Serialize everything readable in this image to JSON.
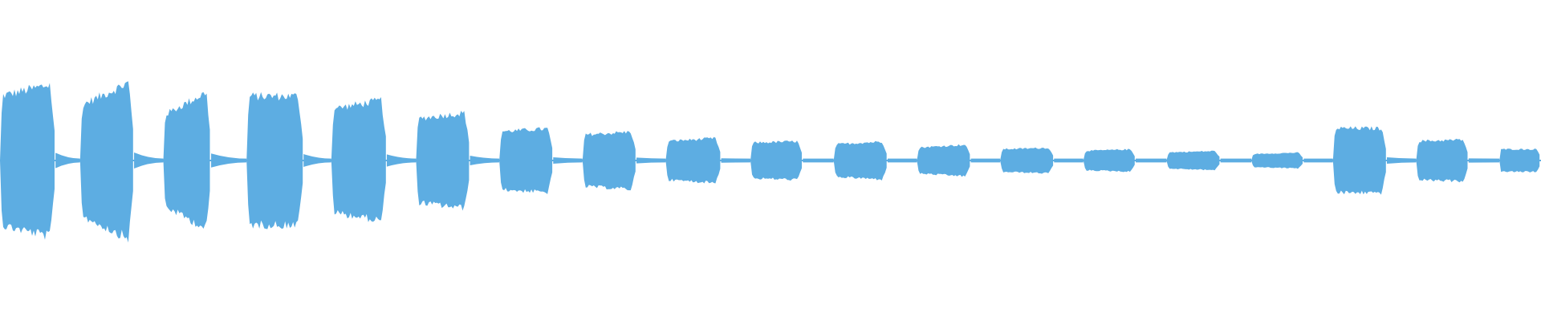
{
  "waveform": {
    "color": "#5dade2",
    "background": "#ffffff",
    "segments": [
      {
        "start": 0.0,
        "end": 0.036,
        "amp_start": 0.2,
        "amp_end": 0.24
      },
      {
        "start": 0.052,
        "end": 0.087,
        "amp_start": 0.17,
        "amp_end": 0.25
      },
      {
        "start": 0.106,
        "end": 0.137,
        "amp_start": 0.14,
        "amp_end": 0.22
      },
      {
        "start": 0.16,
        "end": 0.197,
        "amp_start": 0.2,
        "amp_end": 0.2
      },
      {
        "start": 0.215,
        "end": 0.251,
        "amp_start": 0.16,
        "amp_end": 0.19
      },
      {
        "start": 0.27,
        "end": 0.305,
        "amp_start": 0.13,
        "amp_end": 0.15
      },
      {
        "start": 0.324,
        "end": 0.359,
        "amp_start": 0.09,
        "amp_end": 0.1
      },
      {
        "start": 0.378,
        "end": 0.413,
        "amp_start": 0.08,
        "amp_end": 0.09
      },
      {
        "start": 0.432,
        "end": 0.468,
        "amp_start": 0.06,
        "amp_end": 0.07
      },
      {
        "start": 0.487,
        "end": 0.521,
        "amp_start": 0.055,
        "amp_end": 0.06
      },
      {
        "start": 0.541,
        "end": 0.576,
        "amp_start": 0.05,
        "amp_end": 0.06
      },
      {
        "start": 0.595,
        "end": 0.63,
        "amp_start": 0.04,
        "amp_end": 0.05
      },
      {
        "start": 0.649,
        "end": 0.684,
        "amp_start": 0.035,
        "amp_end": 0.04
      },
      {
        "start": 0.703,
        "end": 0.737,
        "amp_start": 0.03,
        "amp_end": 0.035
      },
      {
        "start": 0.757,
        "end": 0.792,
        "amp_start": 0.025,
        "amp_end": 0.03
      },
      {
        "start": 0.812,
        "end": 0.846,
        "amp_start": 0.02,
        "amp_end": 0.025
      },
      {
        "start": 0.865,
        "end": 0.9,
        "amp_start": 0.1,
        "amp_end": 0.1
      },
      {
        "start": 0.919,
        "end": 0.953,
        "amp_start": 0.06,
        "amp_end": 0.065
      },
      {
        "start": 0.973,
        "end": 1.0,
        "amp_start": 0.035,
        "amp_end": 0.035
      }
    ],
    "baseline_amp": 0.006
  }
}
